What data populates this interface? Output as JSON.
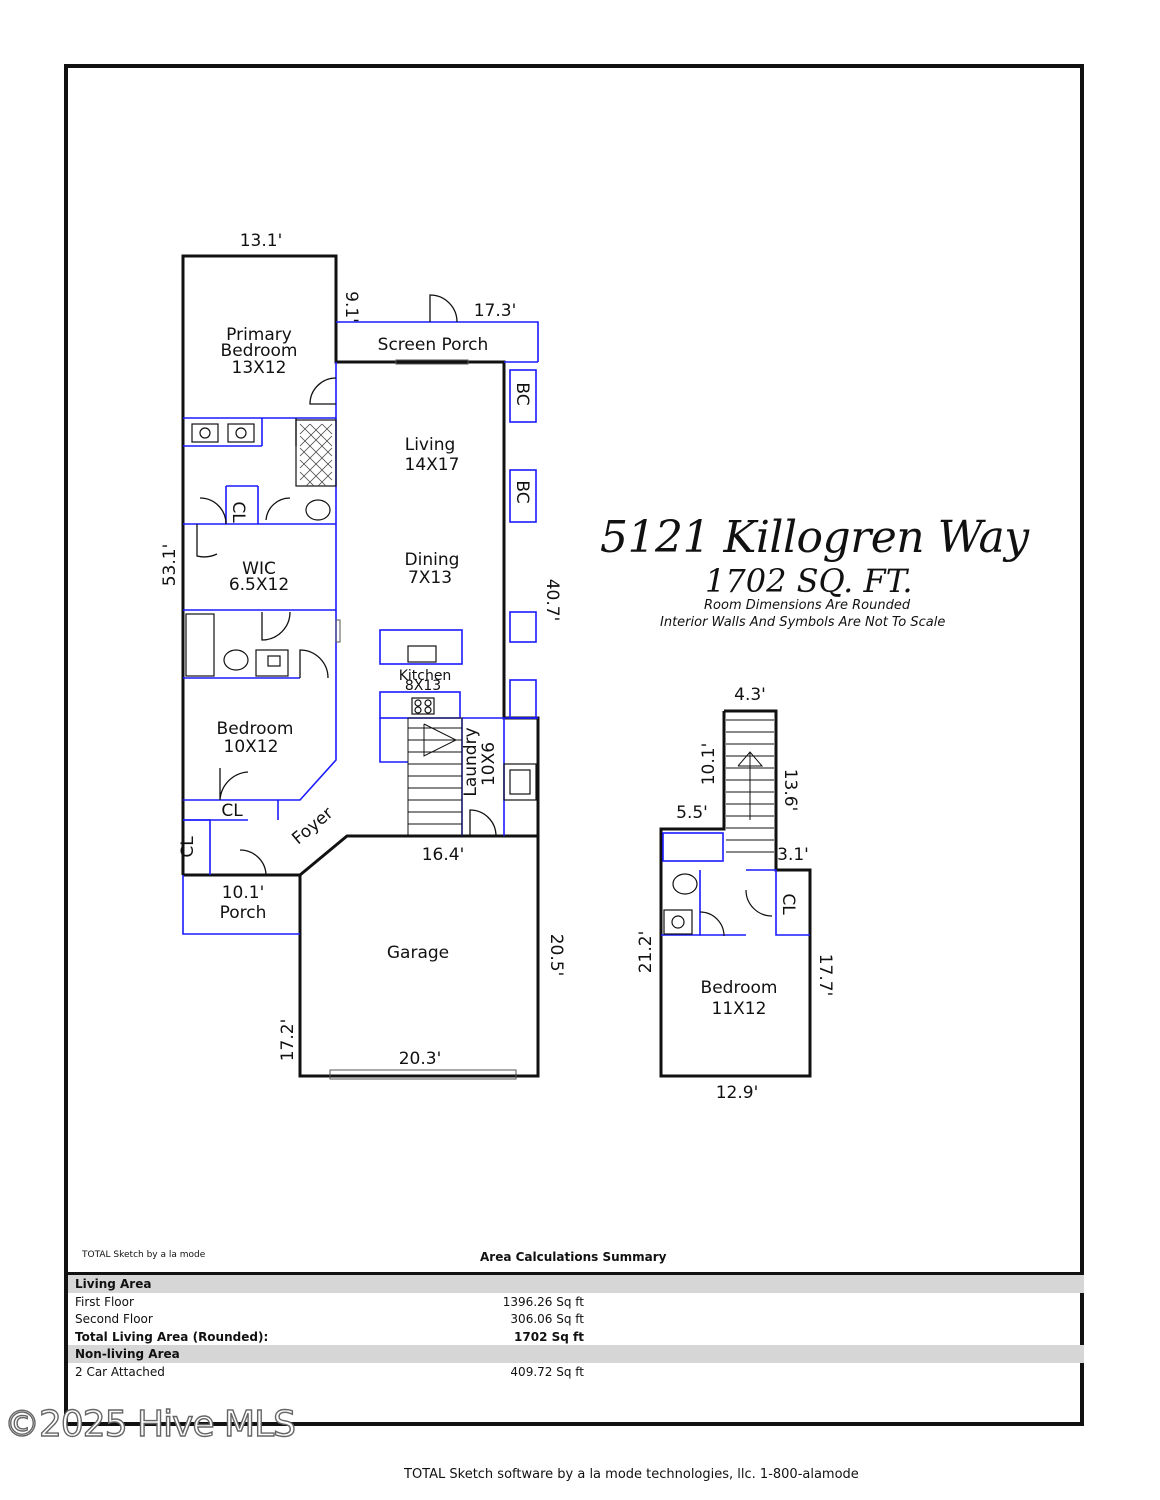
{
  "address": "5121 Killogren Way",
  "square_feet": "1702 SQ. FT.",
  "notes": {
    "line1": "Room Dimensions Are Rounded",
    "line2": "Interior Walls And Symbols Are Not To Scale"
  },
  "rooms": {
    "primary_bedroom": [
      "Primary",
      "Bedroom",
      "13X12"
    ],
    "screen_porch": "Screen Porch",
    "living": [
      "Living",
      "14X17"
    ],
    "dining": [
      "Dining",
      "7X13"
    ],
    "kitchen": [
      "Kitchen",
      "8X13"
    ],
    "wic": [
      "WIC",
      "6.5X12"
    ],
    "bedroom_1": [
      "Bedroom",
      "10X12"
    ],
    "laundry": [
      "Laundry",
      "10X6"
    ],
    "foyer": "Foyer",
    "porch": [
      "10.1'",
      "Porch"
    ],
    "garage": "Garage",
    "bedroom_2": [
      "Bedroom",
      "11X12"
    ],
    "closet": "CL",
    "bookcase": "BC"
  },
  "dimensions": {
    "first_floor": {
      "top": "13.1'",
      "screen_porch_side": "9.1'",
      "screen_porch_top": "17.3'",
      "left": "53.1'",
      "right": "40.7'",
      "garage_top": "16.4'",
      "garage_right": "20.5'",
      "garage_left": "17.2'",
      "garage_bottom": "20.3'"
    },
    "second_floor": {
      "stair_top": "4.3'",
      "stair_left": "10.1'",
      "stair_right": "13.6'",
      "bath_top": "5.5'",
      "closet_top": "3.1'",
      "left": "21.2'",
      "right": "17.7'",
      "bottom": "12.9'"
    }
  },
  "summary": {
    "credit": "TOTAL Sketch by a la mode",
    "title": "Area Calculations Summary",
    "rows": [
      {
        "label": "Living Area",
        "value": ""
      },
      {
        "label": "First Floor",
        "value": "1396.26 Sq ft"
      },
      {
        "label": "Second Floor",
        "value": "306.06 Sq ft"
      },
      {
        "label": "Total Living Area (Rounded):",
        "value": "1702 Sq ft"
      },
      {
        "label": "Non-living Area",
        "value": ""
      },
      {
        "label": "2 Car Attached",
        "value": "409.72 Sq ft"
      }
    ]
  },
  "watermark": "©2025 Hive MLS",
  "footer": "TOTAL Sketch software by a la mode technologies, llc. 1-800-alamode",
  "colors": {
    "walls": "#111111",
    "interior": "#1a1aff"
  }
}
